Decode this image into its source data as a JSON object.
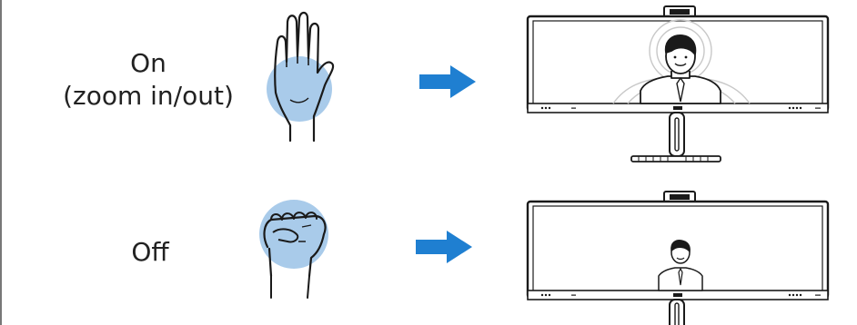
{
  "rows": [
    {
      "state": "On",
      "detail": "(zoom in/out)",
      "gesture_icon": "open-palm-icon",
      "result_icon": "monitor-zoomed-person-icon"
    },
    {
      "state": "Off",
      "gesture_icon": "closed-fist-icon",
      "result_icon": "monitor-small-person-icon"
    }
  ],
  "colors": {
    "arrow": "#1f7fd1",
    "highlight": "#a9cbea",
    "outline": "#1a1a1a"
  }
}
